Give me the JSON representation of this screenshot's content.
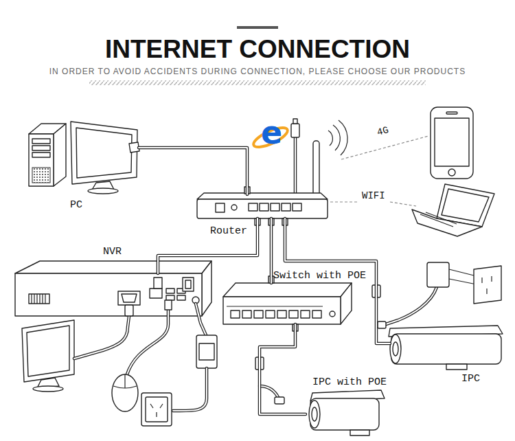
{
  "diagram": {
    "title": "INTERNET CONNECTION",
    "nodes": [
      {
        "text": [
          "PC"
        ]
      },
      {
        "text": [
          "Router"
        ]
      },
      {
        "text": [
          "NVR"
        ]
      },
      {
        "text": [
          "Switch with POE"
        ]
      },
      {
        "text": [
          "IPC"
        ]
      },
      {
        "text": [
          "IPC with POE"
        ]
      }
    ],
    "edges": [
      {
        "from": 0,
        "to": 1,
        "arrow": "none"
      },
      {
        "from": 1,
        "to": 2,
        "arrow": "none"
      },
      {
        "from": 1,
        "to": 3,
        "arrow": "none"
      },
      {
        "from": 1,
        "to": 4,
        "arrow": "none"
      },
      {
        "from": 3,
        "to": 5,
        "arrow": "none"
      }
    ],
    "labels": [
      "IN ORDER TO AVOID ACCIDENTS DURING CONNECTION, PLEASE CHOOSE OUR PRODUCTS",
      "e",
      "4G",
      "WIFI"
    ]
  }
}
